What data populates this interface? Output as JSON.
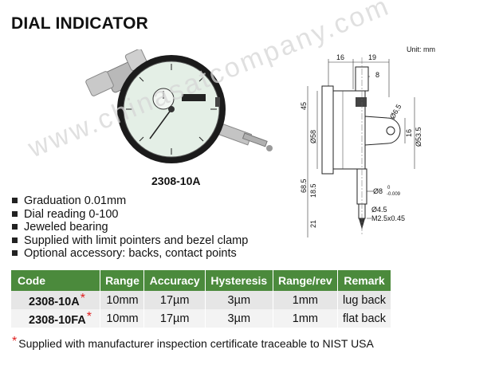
{
  "title": "DIAL INDICATOR",
  "watermark": "www.chinasatcompany.com",
  "image_caption": "2308-10A",
  "drawing": {
    "unit": "Unit: mm",
    "dims": {
      "d16": "16",
      "d19": "19",
      "d8": "8",
      "d45": "45",
      "d58": "Ø58",
      "d6_5": "Ø6.5",
      "d16v": "16",
      "d53_5": "Ø53.5",
      "d68_5": "68.5",
      "d18_5": "18.5",
      "d8stem": "Ø8",
      "d8tol_top": "0",
      "d8tol_bot": "-0.009",
      "d4_5": "Ø4.5",
      "m25": "M2.5x0.45",
      "d21": "21"
    }
  },
  "features": [
    "Graduation 0.01mm",
    "Dial reading 0-100",
    "Jeweled bearing",
    "Supplied with limit pointers and bezel clamp",
    "Optional accessory: backs, contact points"
  ],
  "table": {
    "headers": [
      "Code",
      "Range",
      "Accuracy",
      "Hysteresis",
      "Range/rev",
      "Remark"
    ],
    "rows": [
      {
        "code": "2308-10A",
        "mark": "*",
        "range": "10mm",
        "accuracy": "17µm",
        "hysteresis": "3µm",
        "range_rev": "1mm",
        "remark": "lug back"
      },
      {
        "code": "2308-10FA",
        "mark": "*",
        "range": "10mm",
        "accuracy": "17µm",
        "hysteresis": "3µm",
        "range_rev": "1mm",
        "remark": "flat back"
      }
    ]
  },
  "footnote": {
    "mark": "*",
    "text": "Supplied with manufacturer inspection certificate traceable to NIST USA"
  },
  "colors": {
    "table_header": "#4b8a3c",
    "asterisk": "#e02020",
    "dial_face": "#e4efe6"
  }
}
